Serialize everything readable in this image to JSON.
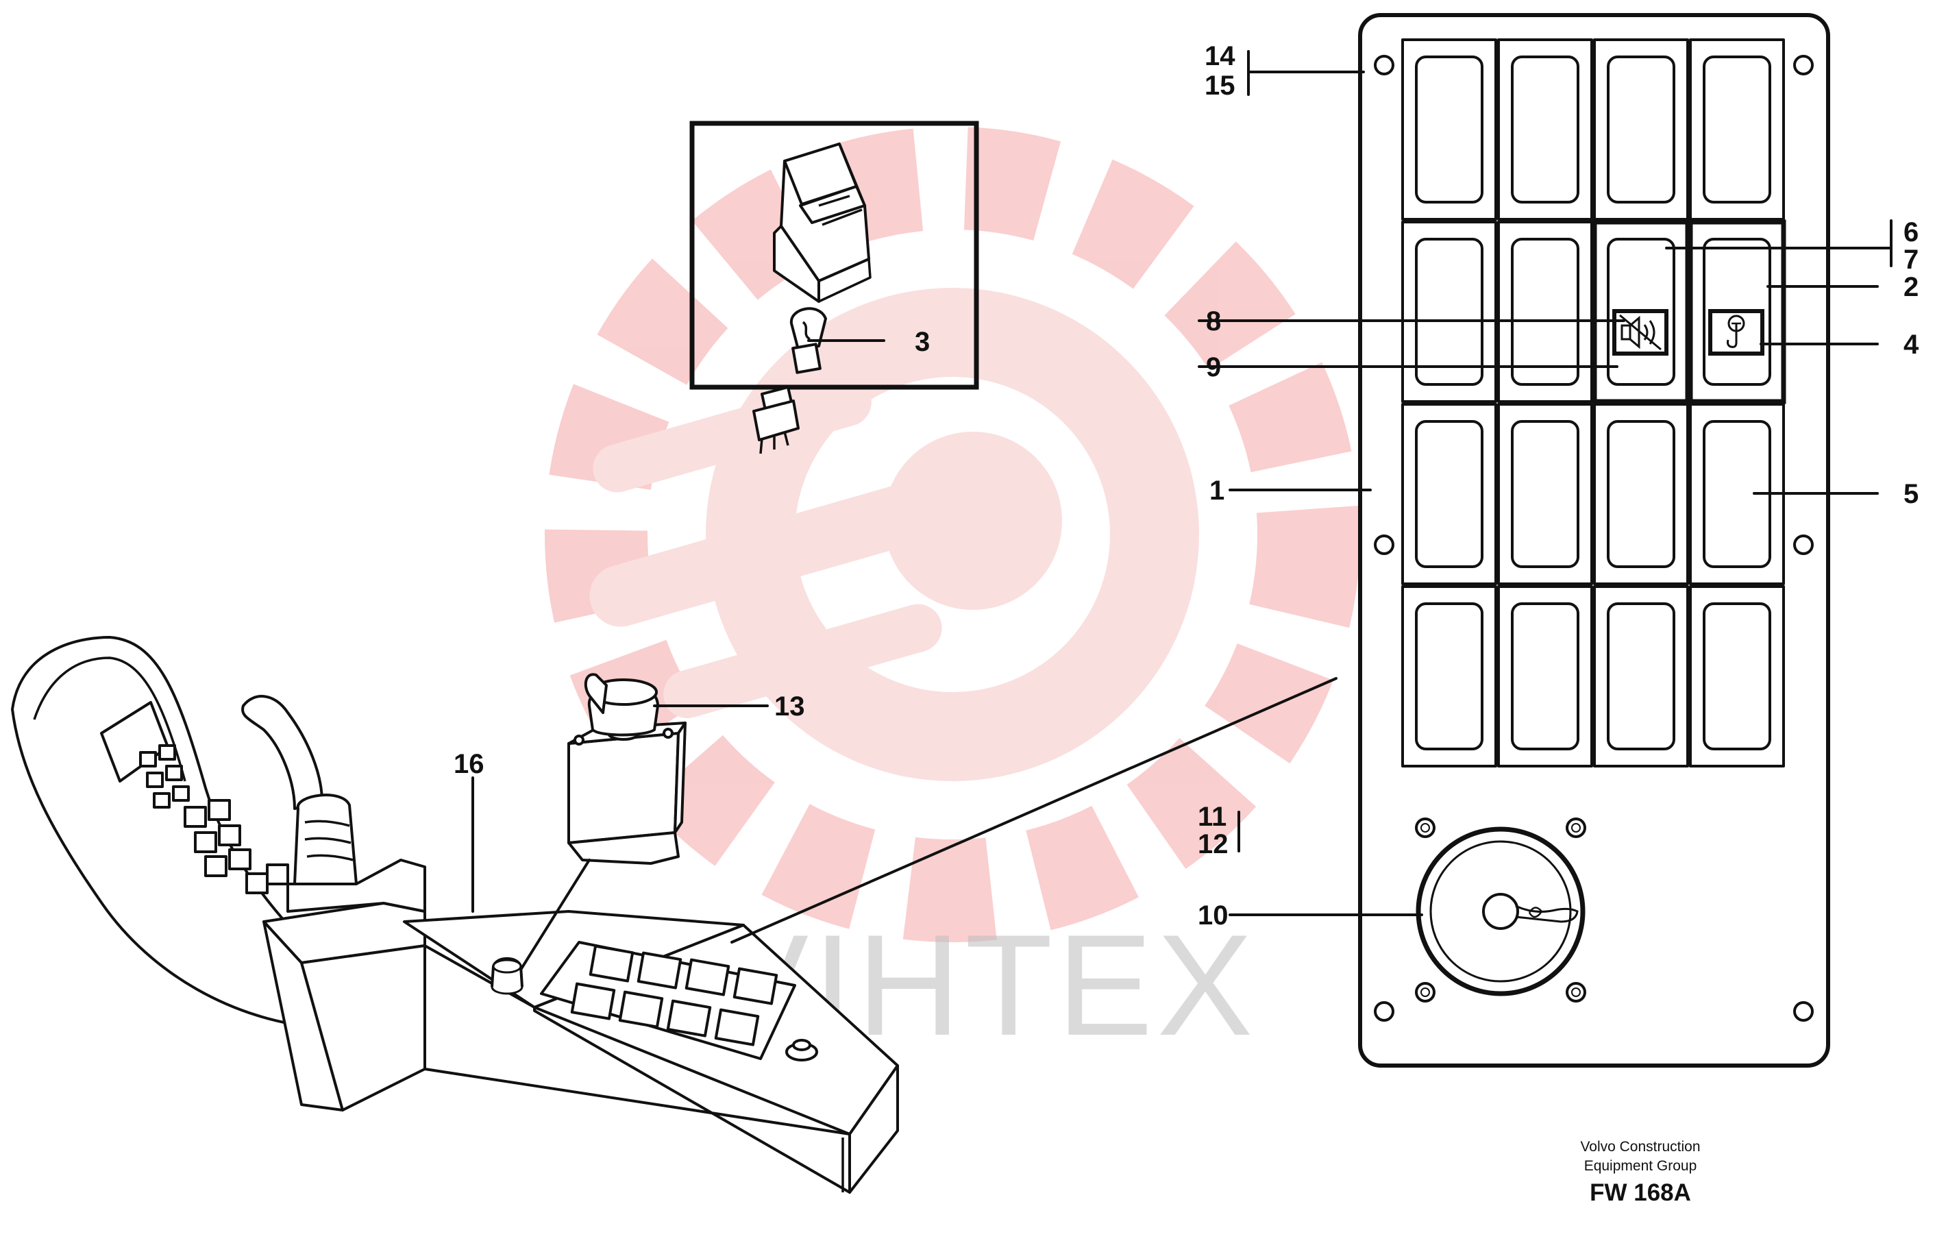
{
  "diagram": {
    "callouts": {
      "c1": "1",
      "c2": "2",
      "c3": "3",
      "c4": "4",
      "c5": "5",
      "c6": "6",
      "c7": "7",
      "c8": "8",
      "c9": "9",
      "c10": "10",
      "c11": "11",
      "c12": "12",
      "c13": "13",
      "c14": "14",
      "c15": "15",
      "c16": "16"
    },
    "watermark": {
      "text": "VIHTEX",
      "color": "#f4a6a6"
    },
    "caption": {
      "line1": "Volvo Construction",
      "line2": "Equipment Group",
      "code": "FW 168A"
    },
    "icons": {
      "buzzer_mute": "speaker-mute-icon",
      "hook": "crane-hook-icon",
      "watermark_logo": "gear-wrench-logo-icon"
    }
  }
}
